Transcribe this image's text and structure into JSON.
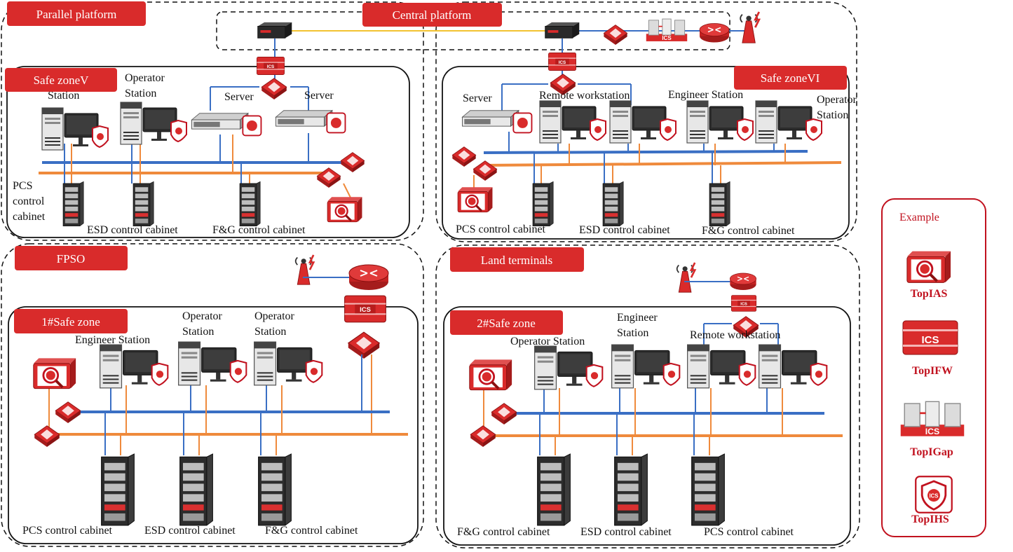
{
  "regions": {
    "parallel": "Parallel platform",
    "central": "Central platform",
    "fpso": "FPSO",
    "land": "Land terminals"
  },
  "zones": {
    "v": "Safe zoneV",
    "vi": "Safe zoneVI",
    "z1": "1#Safe zone",
    "z2": "2#Safe zone"
  },
  "labels": {
    "pp_station": "Station",
    "pp_operator_1": "Operator",
    "pp_operator_2": "Station",
    "pp_server_a": "Server",
    "pp_server_b": "Server",
    "pp_pcs_1": "PCS",
    "pp_pcs_2": "control",
    "pp_pcs_3": "cabinet",
    "pp_esd": "ESD control cabinet",
    "pp_fg": "F&G control cabinet",
    "cp_server": "Server",
    "cp_remote": "Remote workstation",
    "cp_engineer": "Engineer Station",
    "cp_operator_1": "Operator",
    "cp_operator_2": "Station",
    "cp_pcs": "PCS control cabinet",
    "cp_esd": "ESD control cabinet",
    "cp_fg": "F&G control cabinet",
    "fp_engineer": "Engineer Station",
    "fp_op1_1": "Operator",
    "fp_op1_2": "Station",
    "fp_op2_1": "Operator",
    "fp_op2_2": "Station",
    "fp_pcs": "PCS control cabinet",
    "fp_esd": "ESD control cabinet",
    "fp_fg": "F&G control cabinet",
    "lt_operator": "Operator Station",
    "lt_engineer_1": "Engineer",
    "lt_engineer_2": "Station",
    "lt_remote": "Remote workstation",
    "lt_fg": "F&G control cabinet",
    "lt_esd": "ESD control cabinet",
    "lt_pcs": "PCS control cabinet"
  },
  "device_text": {
    "ics": "ICS"
  },
  "legend": {
    "title": "Example",
    "items": [
      "TopIAS",
      "TopIFW",
      "TopIGap",
      "TopIHS"
    ]
  },
  "colors": {
    "accent_red": "#d92b2b",
    "blue_bus": "#3a6fc4",
    "orange_bus": "#ef8a3c",
    "yellow_link": "#f2c230"
  }
}
